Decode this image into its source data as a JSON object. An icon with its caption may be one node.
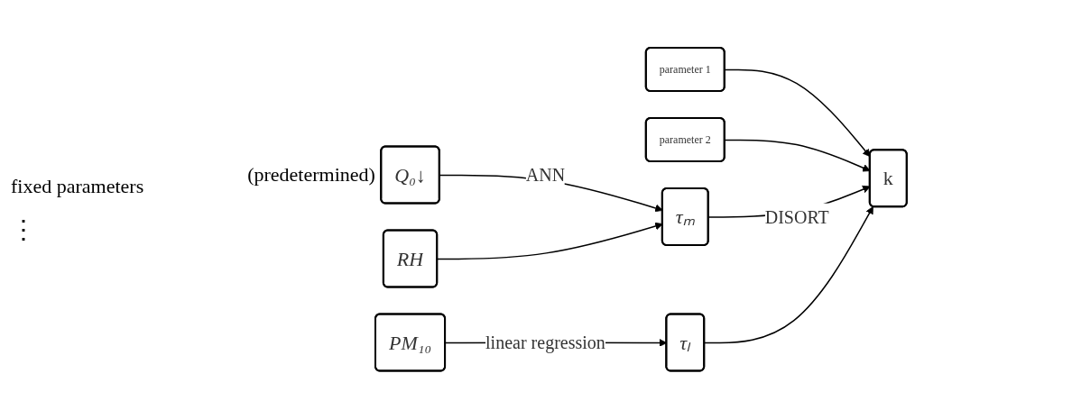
{
  "diagram": {
    "nodes": [
      {
        "text": [
          "parameter 1"
        ]
      },
      {
        "text": [
          "parameter 2"
        ]
      },
      {
        "text": [
          "Q₀↓"
        ],
        "beside": [
          "(predetermined)"
        ]
      },
      {
        "text": [
          "RH"
        ]
      },
      {
        "text": [
          "PM₁₀"
        ]
      },
      {
        "text": [
          "τₘ"
        ]
      },
      {
        "text": [
          "τₗ"
        ]
      },
      {
        "text": [
          "k"
        ]
      }
    ],
    "edges": [
      {
        "from": 0,
        "to": 7,
        "arrow": "to"
      },
      {
        "from": 1,
        "to": 7,
        "arrow": "to"
      },
      {
        "from": 2,
        "to": 5,
        "arrow": "to",
        "label": "ANN"
      },
      {
        "from": 3,
        "to": 5,
        "arrow": "to"
      },
      {
        "from": 4,
        "to": 6,
        "arrow": "to",
        "label": "linear regression"
      },
      {
        "from": 5,
        "to": 7,
        "arrow": "to",
        "label": "DISORT"
      },
      {
        "from": 6,
        "to": 7,
        "arrow": "to"
      }
    ],
    "labels": [
      "fixed parameters",
      "⋮"
    ]
  }
}
